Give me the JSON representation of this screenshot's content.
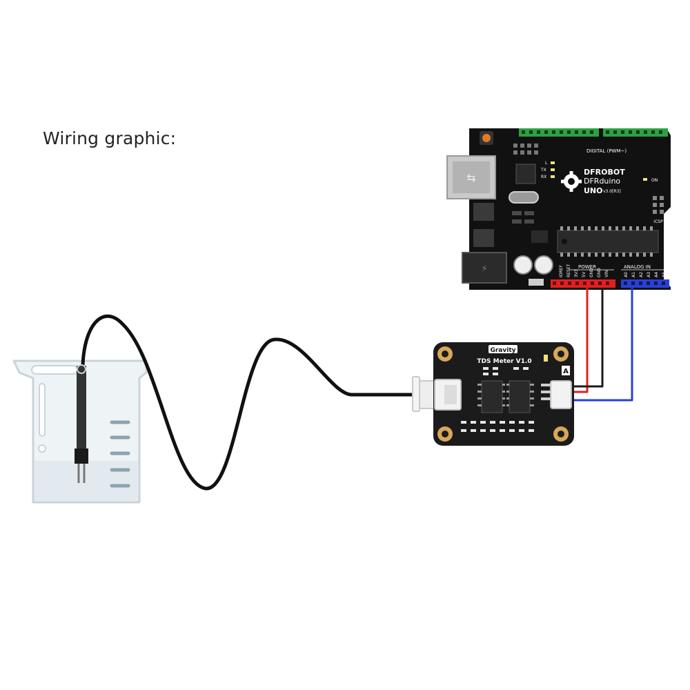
{
  "caption": "Wiring graphic:",
  "arduino": {
    "brand": "DFROBOT",
    "model": "DFRduino",
    "version_main": "UNO",
    "version_sub": "v3.0[R3]",
    "digital_header_label": "DIGITAL (PWM~)",
    "power_label": "POWER",
    "analog_label": "ANALOG IN",
    "on_label": "ON",
    "icsp_label": "ICSP",
    "l_label": "L",
    "tx_label": "TX",
    "rx_label": "RX",
    "power_pins": [
      "IOREF",
      "RESET",
      "3V3",
      "5V",
      "GND",
      "GND",
      "VIN"
    ],
    "analog_pins": [
      "A0",
      "A1",
      "A2",
      "A3",
      "A4",
      "A5"
    ]
  },
  "tds_module": {
    "badge": "Gravity",
    "title": "TDS Meter V1.0",
    "port_label": "A"
  },
  "colors": {
    "board": "#111111",
    "header_green": "#2ea043",
    "wire_red": "#e02020",
    "wire_black": "#1a1a1a",
    "wire_blue": "#2a3fd6",
    "beaker": "#d9e3ea",
    "mounting_hole": "#d6a75a"
  }
}
